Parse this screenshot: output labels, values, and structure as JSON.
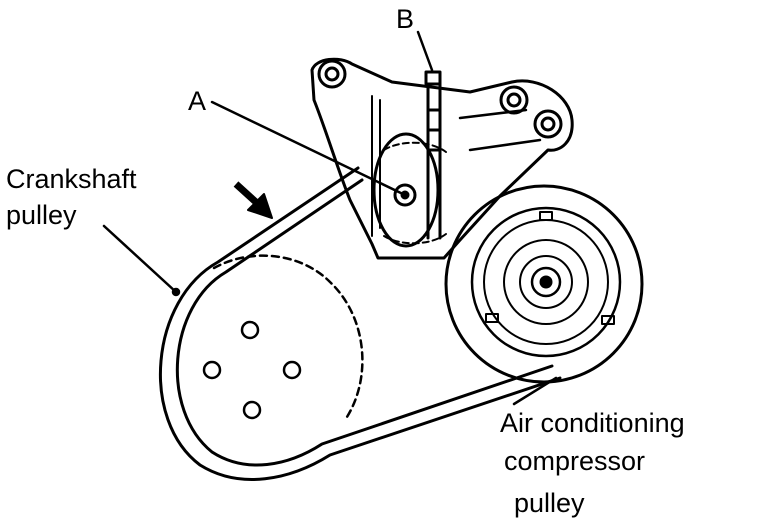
{
  "labels": {
    "b": "B",
    "a": "A",
    "crankshaft_line1": "Crankshaft",
    "crankshaft_line2": "pulley",
    "ac_line1": "Air conditioning",
    "ac_line2": "compressor",
    "ac_line3": "pulley"
  },
  "colors": {
    "ink": "#000000",
    "paper": "#ffffff"
  },
  "icons": {
    "direction_arrow": "arrow-icon"
  }
}
